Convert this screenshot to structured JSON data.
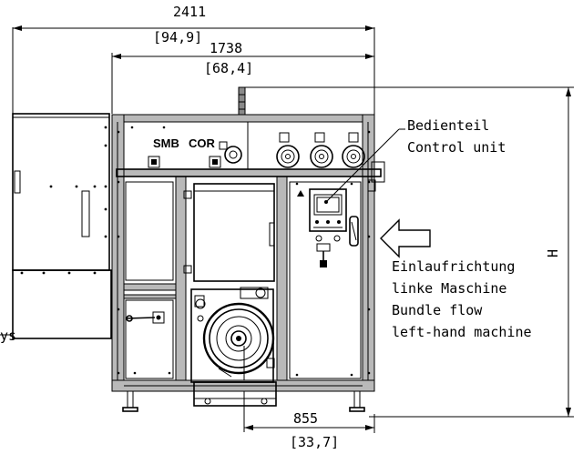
{
  "dimensions": {
    "overall_width": "2411",
    "overall_width_inch": "[94,9]",
    "machine_width": "1738",
    "machine_width_inch": "[68,4]",
    "offset": "855",
    "offset_inch": "[33,7]",
    "height": "H"
  },
  "machine": {
    "brand_left": "SMB",
    "brand_right": "COR"
  },
  "callouts": {
    "control_de": "Bedienteil",
    "control_en": "Control unit",
    "flow_de_1": "Einlaufrichtung",
    "flow_de_2": "linke Maschine",
    "flow_en_1": "Bundle flow",
    "flow_en_2": "left-hand machine",
    "cut_fragment": "ys"
  }
}
